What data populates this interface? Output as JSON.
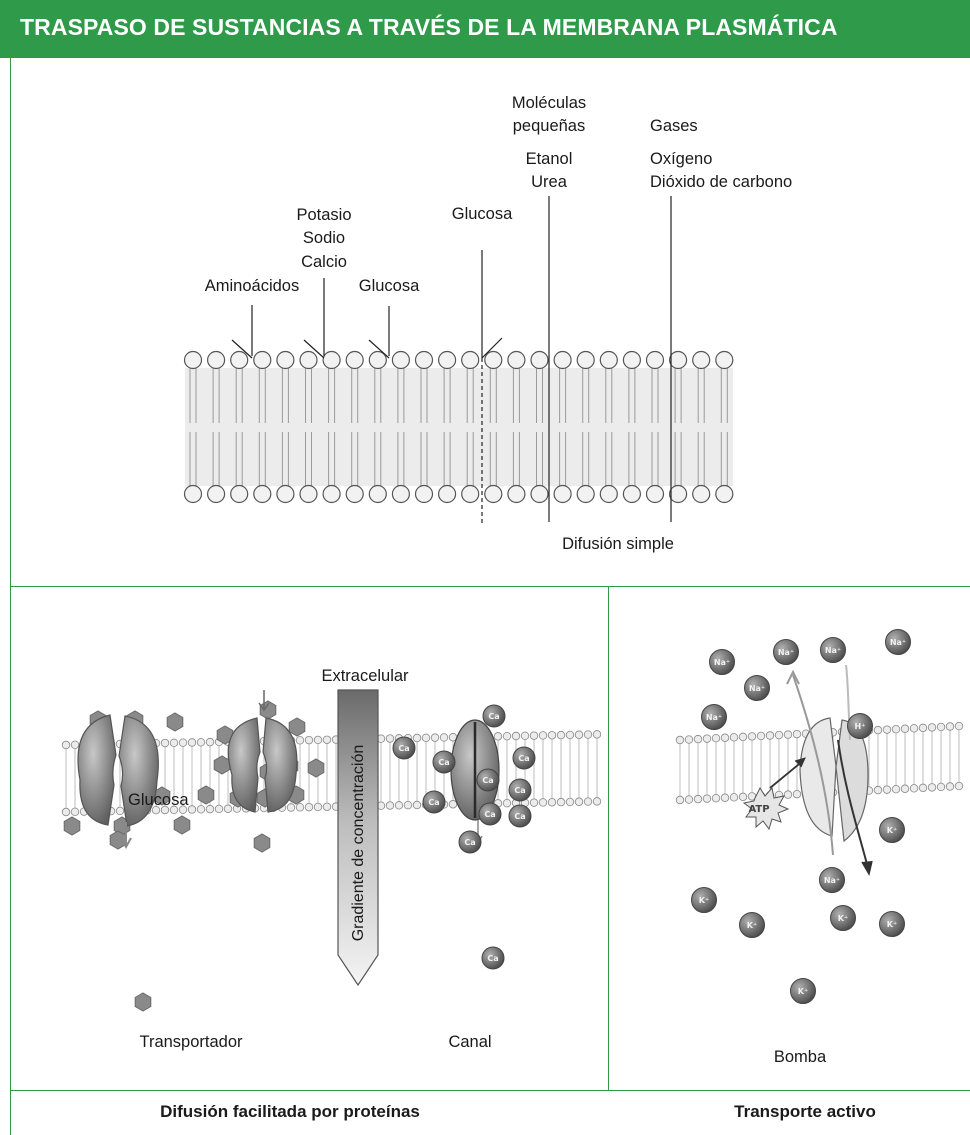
{
  "title": "TRASPASO DE SUSTANCIAS A TRAVÉS DE LA MEMBRANA PLASMÁTICA",
  "top_panel": {
    "labels": {
      "aminoacidos": "Aminoácidos",
      "potasio": "Potasio",
      "sodio": "Sodio",
      "calcio": "Calcio",
      "glucosa_left": "Glucosa",
      "glucosa_right": "Glucosa",
      "moleculas": "Moléculas",
      "pequenas": "pequeñas",
      "etanol": "Etanol",
      "urea": "Urea",
      "gases": "Gases",
      "oxigeno": "Oxígeno",
      "dioxido": "Dióxido de carbono",
      "difusion_simple": "Difusión simple"
    }
  },
  "facilitated_panel": {
    "extracelular": "Extracelular",
    "glucosa": "Glucosa",
    "gradiente": "Gradiente de concentración",
    "transportador": "Transportador",
    "canal": "Canal",
    "ion_ca": "Ca",
    "caption": "Difusión facilitada por proteínas"
  },
  "active_panel": {
    "ion_na": "Na⁺",
    "ion_k": "K⁺",
    "ion_h": "H⁺",
    "atp": "ATP",
    "bomba": "Bomba",
    "caption": "Transporte activo"
  },
  "colors": {
    "accent": "#2e9a4a",
    "membrane_head": "#e8e8e8",
    "protein": "#777777",
    "ion": "#6d6d6d"
  }
}
